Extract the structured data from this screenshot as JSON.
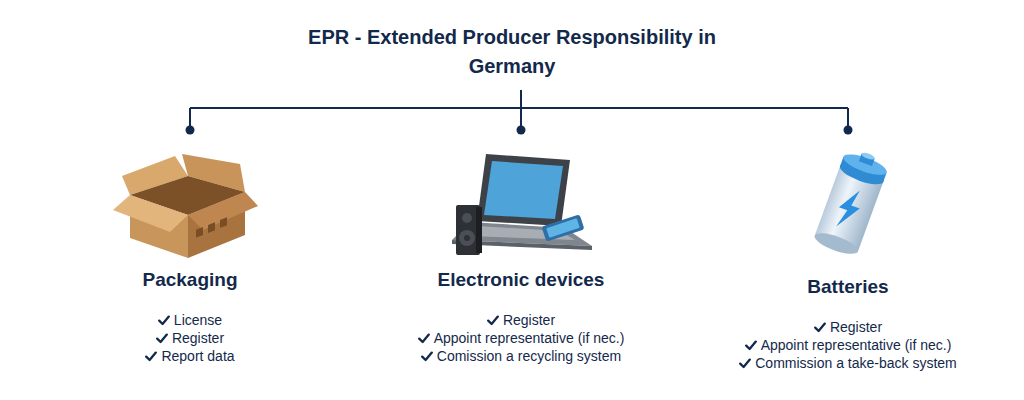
{
  "diagram": {
    "title": "EPR - Extended Producer Responsibility in Germany",
    "nodes": [
      {
        "text": [
          "Packaging",
          "License",
          "Register",
          "Report data"
        ]
      },
      {
        "text": [
          "Electronic devices",
          "Register",
          "Appoint representative (if nec.)",
          "Comission a recycling system"
        ]
      },
      {
        "text": [
          "Batteries",
          "Register",
          "Appoint representative (if nec.)",
          "Commission a take-back system"
        ]
      }
    ]
  }
}
